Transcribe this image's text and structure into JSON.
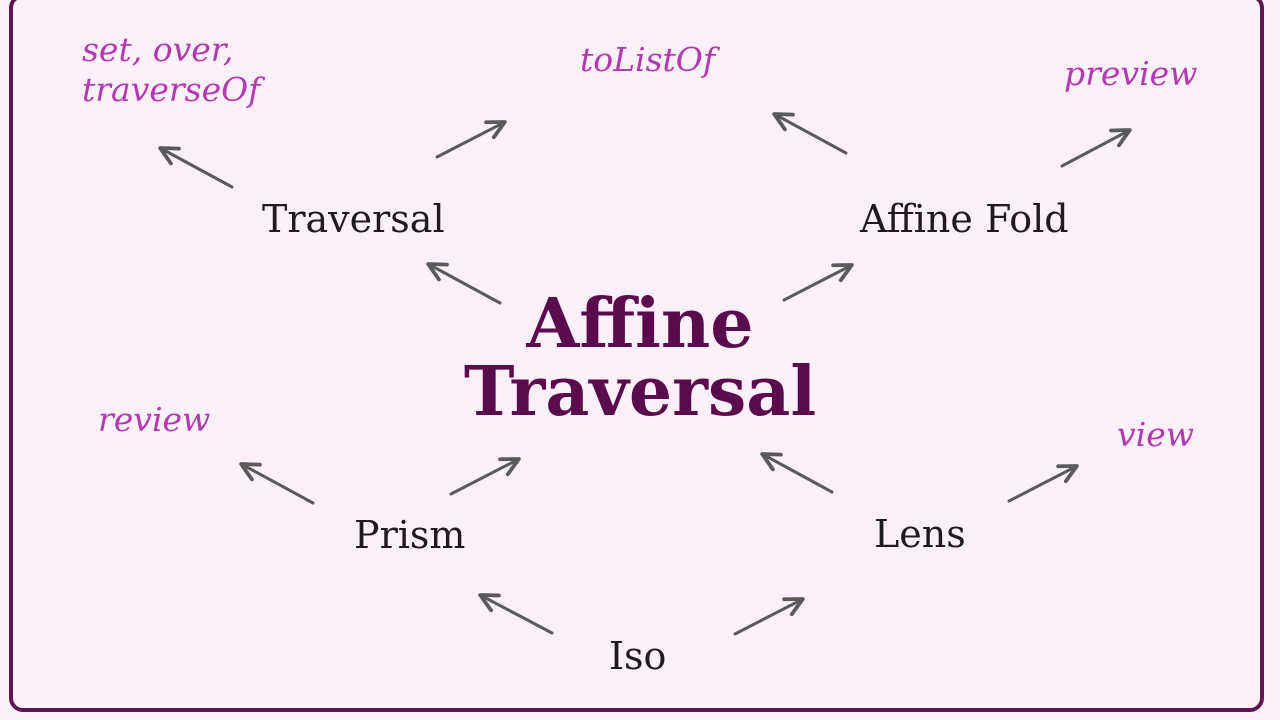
{
  "colors": {
    "background": "#fbf0fa",
    "frame": "#5e1652",
    "title": "#5a0b4e",
    "node_text": "#1f1a1d",
    "operation_text": "#b03aae",
    "arrow": "#5a5a5a"
  },
  "center": {
    "line1": "Affine",
    "line2": "Traversal"
  },
  "nodes": {
    "traversal": "Traversal",
    "affine_fold": "Affine Fold",
    "prism": "Prism",
    "lens": "Lens",
    "iso": "Iso"
  },
  "operations": {
    "set_over_line1": "set, over,",
    "set_over_line2": "traverseOf",
    "to_list_of": "toListOf",
    "preview": "preview",
    "review": "review",
    "view": "view"
  }
}
